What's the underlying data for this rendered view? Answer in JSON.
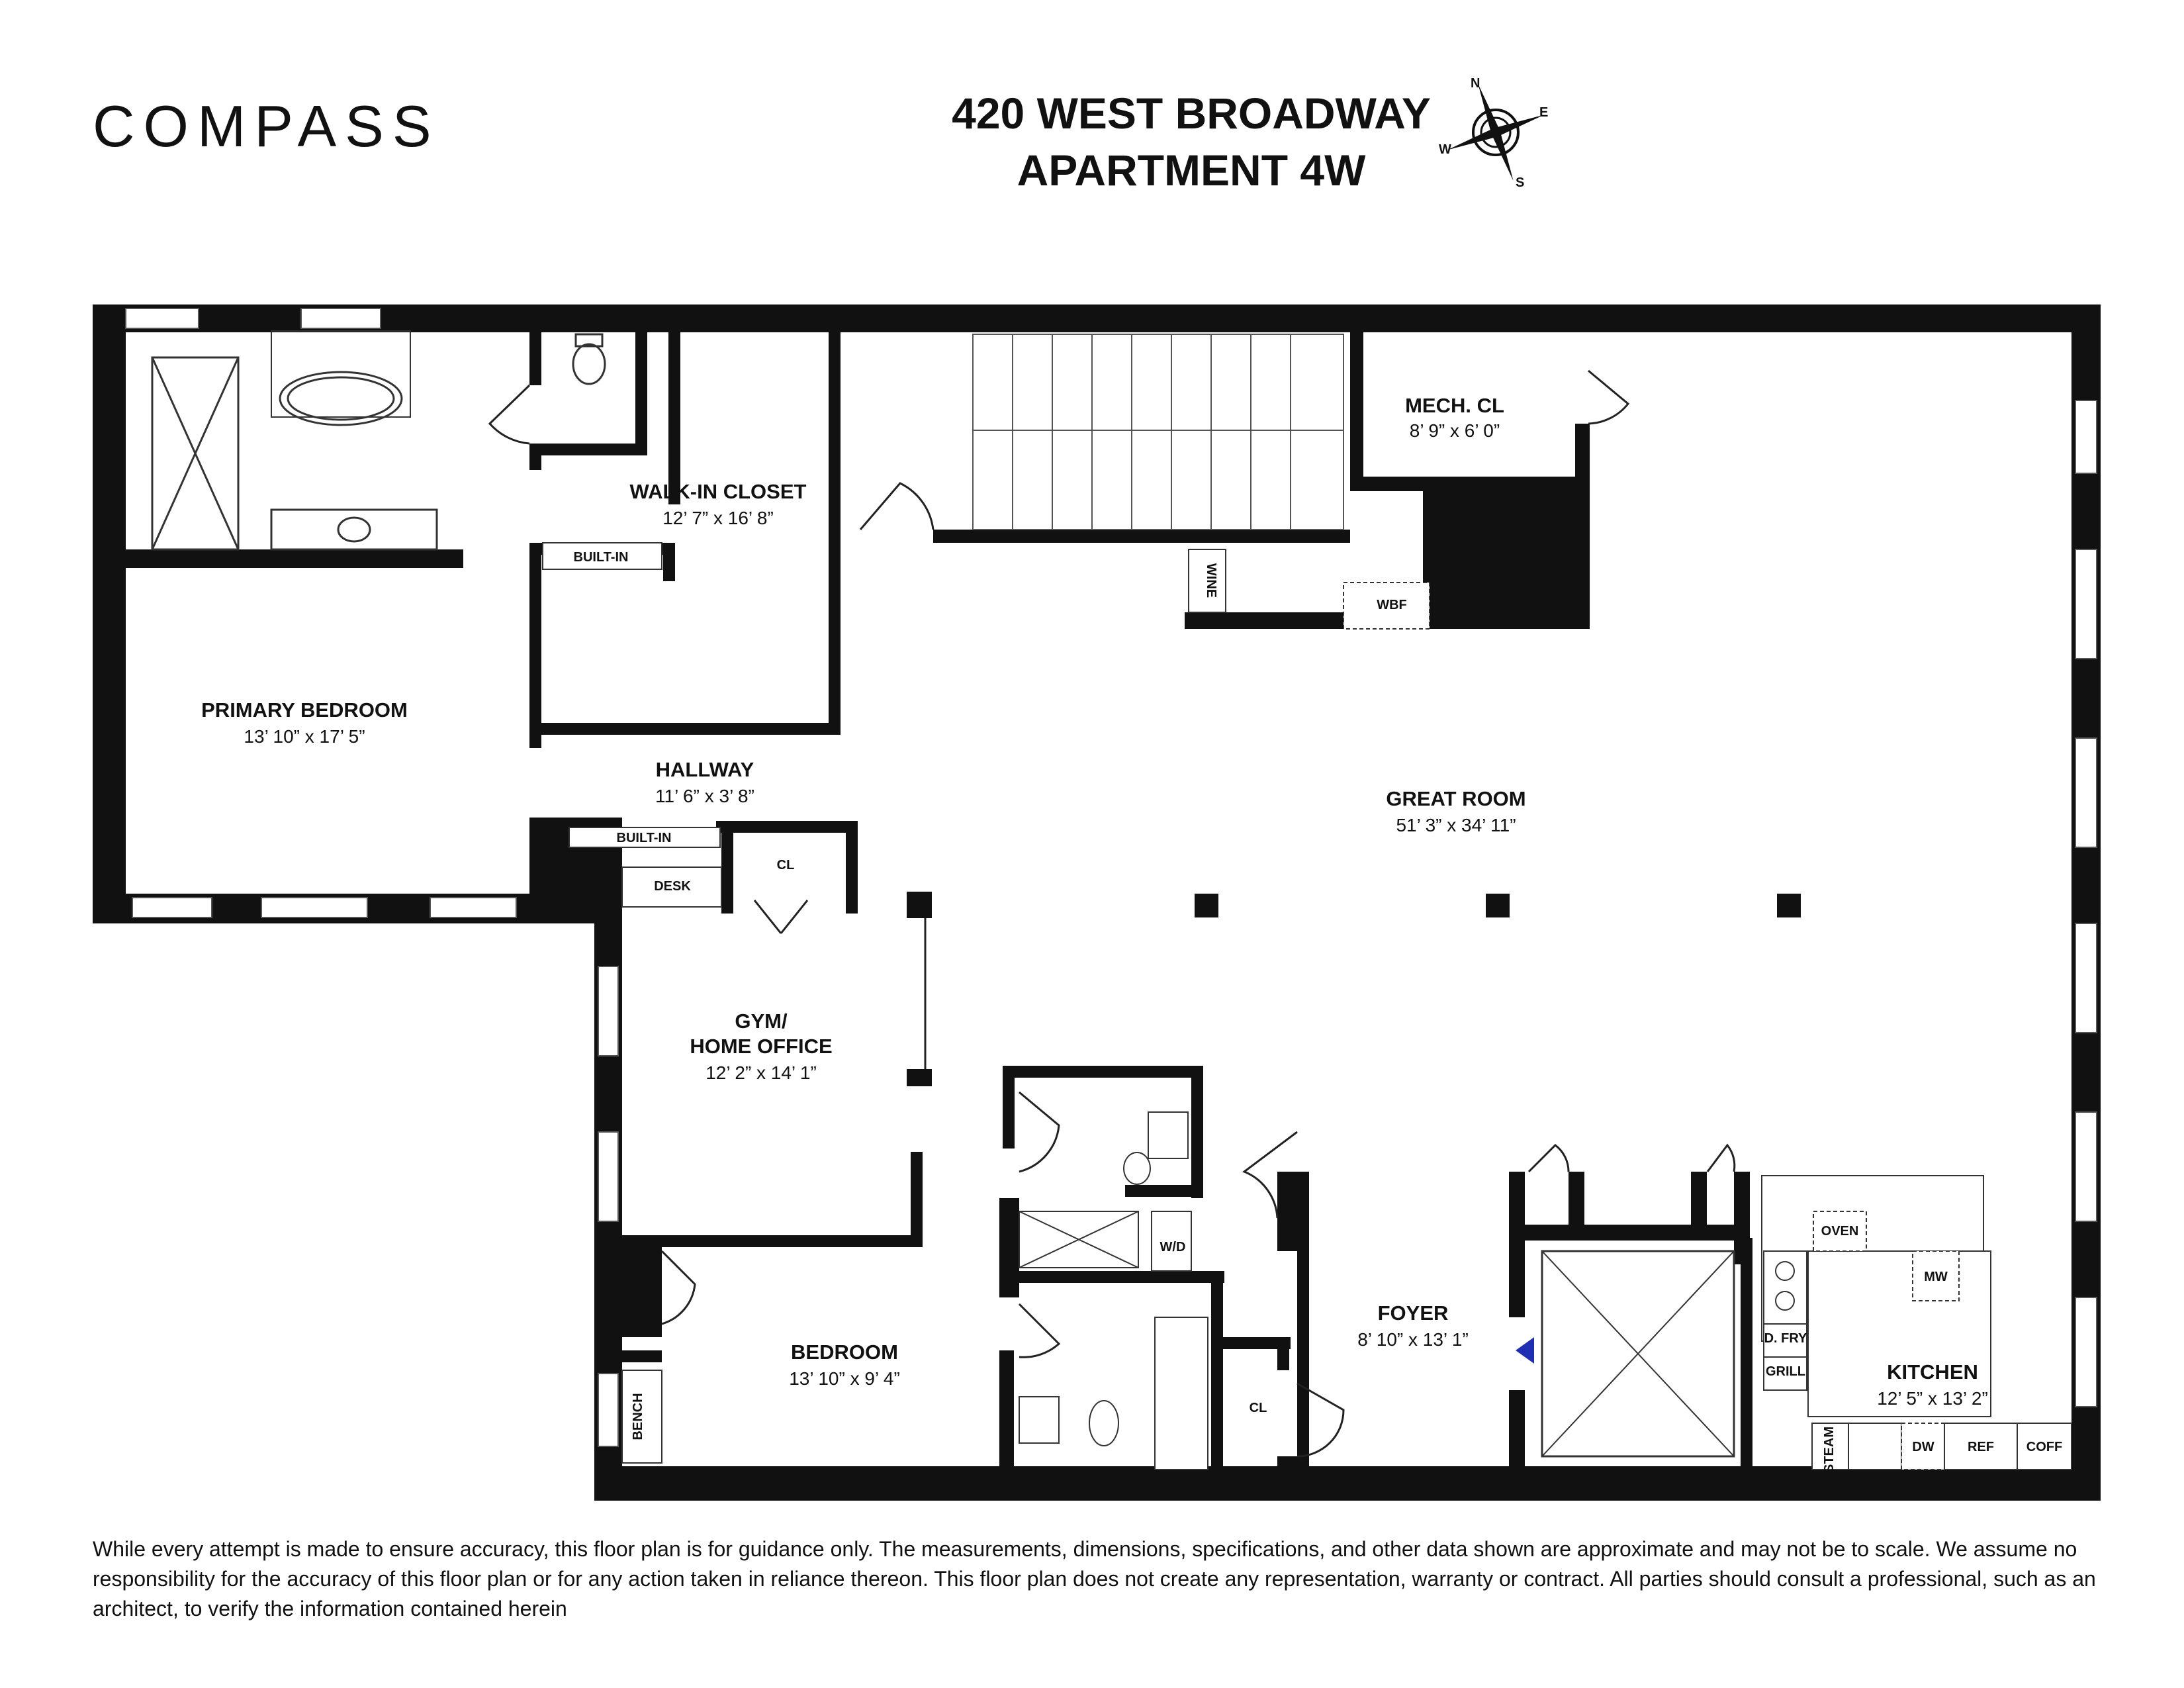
{
  "brand": {
    "logo_text": "COMPASS"
  },
  "header": {
    "address_line1": "420 WEST BROADWAY",
    "address_line2": "APARTMENT 4W"
  },
  "compass": {
    "n": "N",
    "e": "E",
    "s": "S",
    "w": "W"
  },
  "rooms": {
    "primary_bedroom": {
      "name": "PRIMARY BEDROOM",
      "size": "13’ 10” x 17’ 5”"
    },
    "walk_in_closet": {
      "name": "WALK-IN CLOSET",
      "size": "12’ 7” x 16’ 8”"
    },
    "mech_cl": {
      "name": "MECH. CL",
      "size": "8’ 9” x 6’ 0”"
    },
    "hallway": {
      "name": "HALLWAY",
      "size": "11’ 6” x 3’ 8”"
    },
    "great_room": {
      "name": "GREAT ROOM",
      "size": "51’ 3” x 34’ 11”"
    },
    "gym": {
      "name_line1": "GYM/",
      "name_line2": "HOME OFFICE",
      "size": "12’ 2” x 14’ 1”"
    },
    "bedroom": {
      "name": "BEDROOM",
      "size": "13’ 10” x 9’ 4”"
    },
    "foyer": {
      "name": "FOYER",
      "size": "8’ 10” x 13’ 1”"
    },
    "kitchen": {
      "name": "KITCHEN",
      "size": "12’ 5” x 13’ 2”"
    }
  },
  "fixtures": {
    "built_in_top": "BUILT-IN",
    "built_in_hall": "BUILT-IN",
    "wine": "WINE",
    "wbf": "WBF",
    "desk": "DESK",
    "cl_office": "CL",
    "cl_bedroom": "CL",
    "cl_foyer": "CL",
    "bench": "BENCH",
    "wd": "W/D",
    "oven": "OVEN",
    "mw": "MW",
    "dfry": "D. FRY",
    "grill": "GRILL",
    "steam": "STEAM",
    "dw": "DW",
    "ref": "REF",
    "coff": "COFF"
  },
  "disclaimer": "While every attempt is made to ensure accuracy, this floor plan is for guidance only. The measurements, dimensions, specifications, and other data shown are approximate and may not be to scale. We assume no responsibility for the accuracy of this floor plan or for any action taken in reliance thereon. This floor plan does not create any representation, warranty or contract. All parties should consult a professional, such as an architect, to verify the information contained herein",
  "colors": {
    "wall": "#111111",
    "entry_marker": "#1f2fb3",
    "line": "#333333"
  }
}
